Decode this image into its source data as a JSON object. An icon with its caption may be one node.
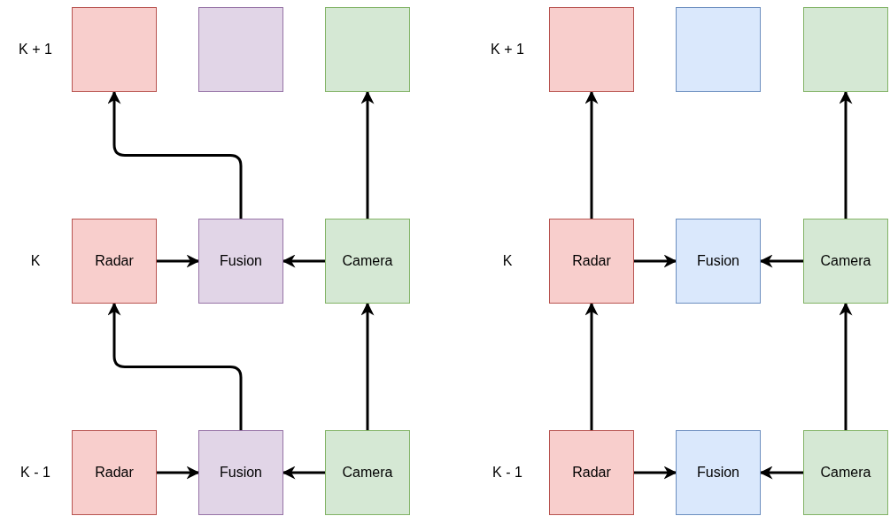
{
  "diagram": {
    "nodes": [
      {
        "text": [],
        "shape": "box"
      },
      {
        "text": [],
        "shape": "box"
      },
      {
        "text": [],
        "shape": "box"
      },
      {
        "text": [
          "Radar"
        ]
      },
      {
        "text": [
          "Fusion"
        ]
      },
      {
        "text": [
          "Camera"
        ]
      },
      {
        "text": [
          "Radar"
        ]
      },
      {
        "text": [
          "Fusion"
        ]
      },
      {
        "text": [
          "Camera"
        ]
      },
      {
        "text": [],
        "shape": "box"
      },
      {
        "text": [],
        "shape": "box"
      },
      {
        "text": [],
        "shape": "box"
      },
      {
        "text": [
          "Radar"
        ]
      },
      {
        "text": [
          "Fusion"
        ]
      },
      {
        "text": [
          "Camera"
        ]
      },
      {
        "text": [
          "Radar"
        ]
      },
      {
        "text": [
          "Fusion"
        ]
      },
      {
        "text": [
          "Camera"
        ]
      }
    ],
    "edges": [
      {
        "from": 3,
        "to": 4,
        "arrow": "to"
      },
      {
        "from": 5,
        "to": 4,
        "arrow": "to"
      },
      {
        "from": 4,
        "to": 0,
        "arrow": "to"
      },
      {
        "from": 5,
        "to": 2,
        "arrow": "to"
      },
      {
        "from": 6,
        "to": 7,
        "arrow": "to"
      },
      {
        "from": 8,
        "to": 7,
        "arrow": "to"
      },
      {
        "from": 7,
        "to": 3,
        "arrow": "to"
      },
      {
        "from": 8,
        "to": 5,
        "arrow": "to"
      },
      {
        "from": 12,
        "to": 13,
        "arrow": "to"
      },
      {
        "from": 14,
        "to": 13,
        "arrow": "to"
      },
      {
        "from": 12,
        "to": 9,
        "arrow": "to"
      },
      {
        "from": 14,
        "to": 11,
        "arrow": "to"
      },
      {
        "from": 15,
        "to": 16,
        "arrow": "to"
      },
      {
        "from": 17,
        "to": 16,
        "arrow": "to"
      },
      {
        "from": 15,
        "to": 12,
        "arrow": "to"
      },
      {
        "from": 17,
        "to": 14,
        "arrow": "to"
      }
    ],
    "labels": [
      "K + 1",
      "K",
      "K - 1",
      "K + 1",
      "K",
      "K - 1"
    ]
  }
}
